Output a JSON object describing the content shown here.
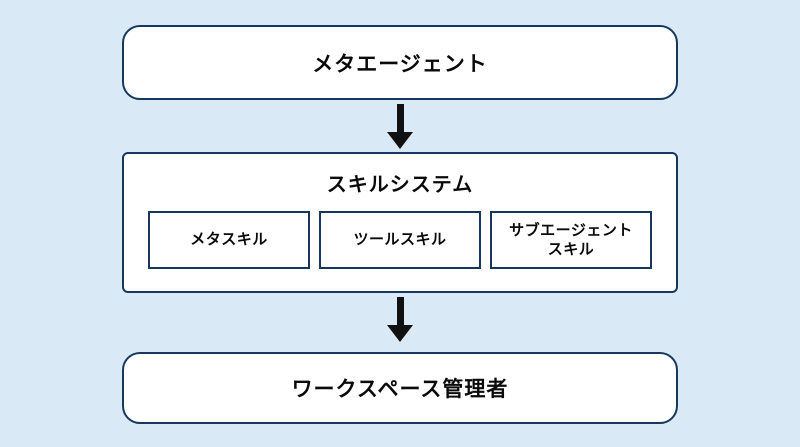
{
  "diagram": {
    "background_color": "#d9eaf6",
    "border_color": "#17375e",
    "arrow_color": "#111111",
    "top_box": {
      "label": "メタエージェント"
    },
    "middle_box": {
      "title": "スキルシステム",
      "children": [
        {
          "label": "メタスキル"
        },
        {
          "label": "ツールスキル"
        },
        {
          "label": "サブエージェント\nスキル"
        }
      ]
    },
    "bottom_box": {
      "label": "ワークスペース管理者"
    }
  }
}
